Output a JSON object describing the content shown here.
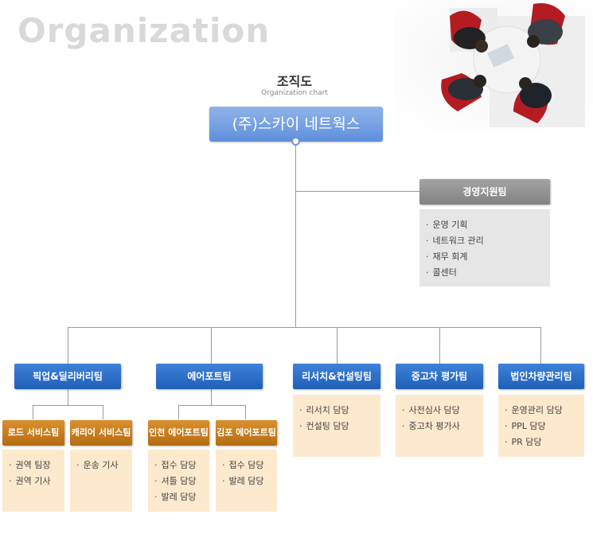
{
  "header": {
    "word": "Organization"
  },
  "chart": {
    "title": "조직도",
    "subtitle": "Organization chart",
    "company": "(주)스카이 네트웍스"
  },
  "management": {
    "name": "경영지원팀",
    "duties": [
      "운영 기획",
      "네트워크 관리",
      "재무 회계",
      "콜센터"
    ]
  },
  "teams": [
    {
      "name": "픽업&딜리버리팀"
    },
    {
      "name": "에어포트팀"
    },
    {
      "name": "리서치&컨설팅팀",
      "duties": [
        "리서치 담당",
        "컨설팅 담당"
      ]
    },
    {
      "name": "중고차 평가팀",
      "duties": [
        "사전심사 담당",
        "중고차 평가사"
      ]
    },
    {
      "name": "법인차량관리팀",
      "duties": [
        "운영관리 담당",
        "PPL 담당",
        "PR 담당"
      ]
    }
  ],
  "subteams": [
    {
      "name": "로드 서비스팀",
      "duties": [
        "권역 팀장",
        "권역 기사"
      ]
    },
    {
      "name": "캐리어 서비스팀",
      "duties": [
        "운송 기사"
      ]
    },
    {
      "name": "인천 에어포트팀",
      "duties": [
        "접수 담당",
        "셔틀 담당",
        "발레 담당"
      ]
    },
    {
      "name": "김포 에어포트팀",
      "duties": [
        "접수 담당",
        "발레 담당"
      ]
    }
  ]
}
